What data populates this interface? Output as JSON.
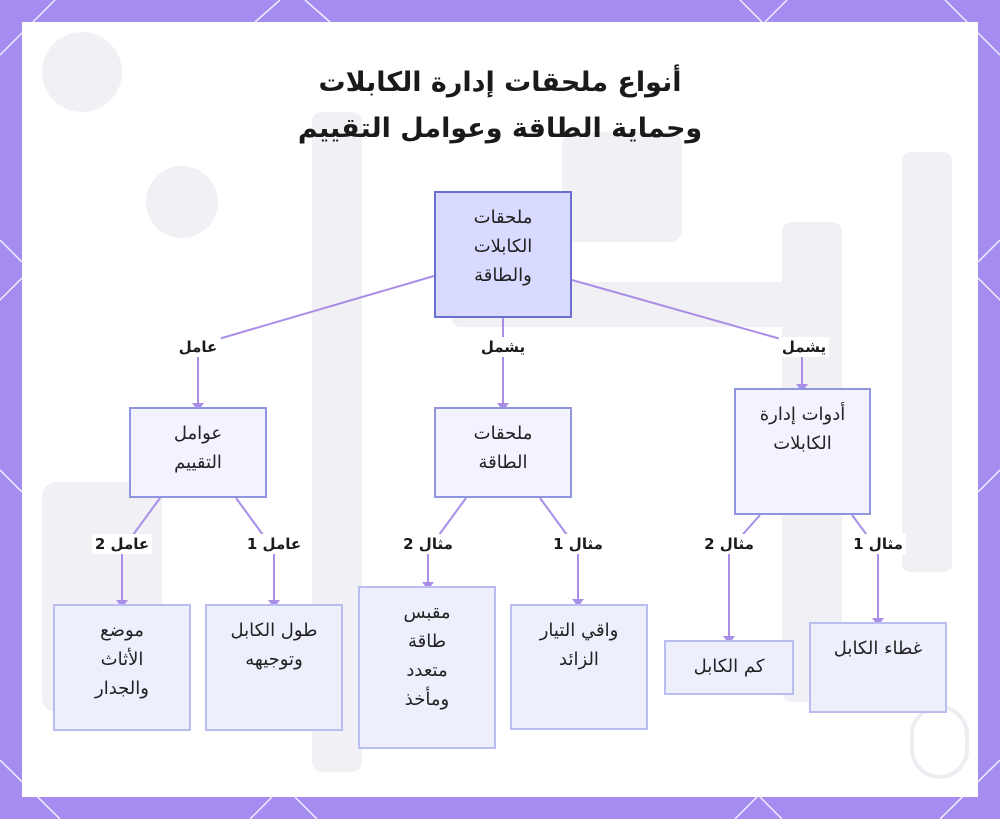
{
  "title": {
    "line1": "أنواع ملحقات إدارة الكابلات",
    "line2": "وحماية الطاقة وعوامل التقييم"
  },
  "nodes": {
    "root": [
      "ملحقات",
      "الكابلات",
      "والطاقة"
    ],
    "tools": [
      "أدوات إدارة",
      "الكابلات"
    ],
    "power": [
      "ملحقات",
      "الطاقة"
    ],
    "factors": [
      "عوامل",
      "التقييم"
    ],
    "cover": [
      "غطاء الكابل"
    ],
    "sleeve": [
      "كم الكابل"
    ],
    "surge": [
      "واقي التيار",
      "الزائد"
    ],
    "strip": [
      "مقبس",
      "طاقة",
      "متعدد",
      "ومأخذ"
    ],
    "length": [
      "طول الكابل",
      "وتوجيهه"
    ],
    "furniture": [
      "موضع",
      "الأثاث",
      "والجدار"
    ]
  },
  "edges": {
    "root_tools": "يشمل",
    "root_power": "يشمل",
    "root_factors": "عامل",
    "tools_cover": "مثال 1",
    "tools_sleeve": "مثال 2",
    "power_surge": "مثال 1",
    "power_strip": "مثال 2",
    "factors_length": "عامل 1",
    "factors_furniture": "عامل 2"
  },
  "colors": {
    "frame": "#a48cf0",
    "edge": "#a98ee8",
    "root_fill": "#d9daff",
    "node_fill": "#f3f3ff",
    "node_border": "#8f95df"
  }
}
